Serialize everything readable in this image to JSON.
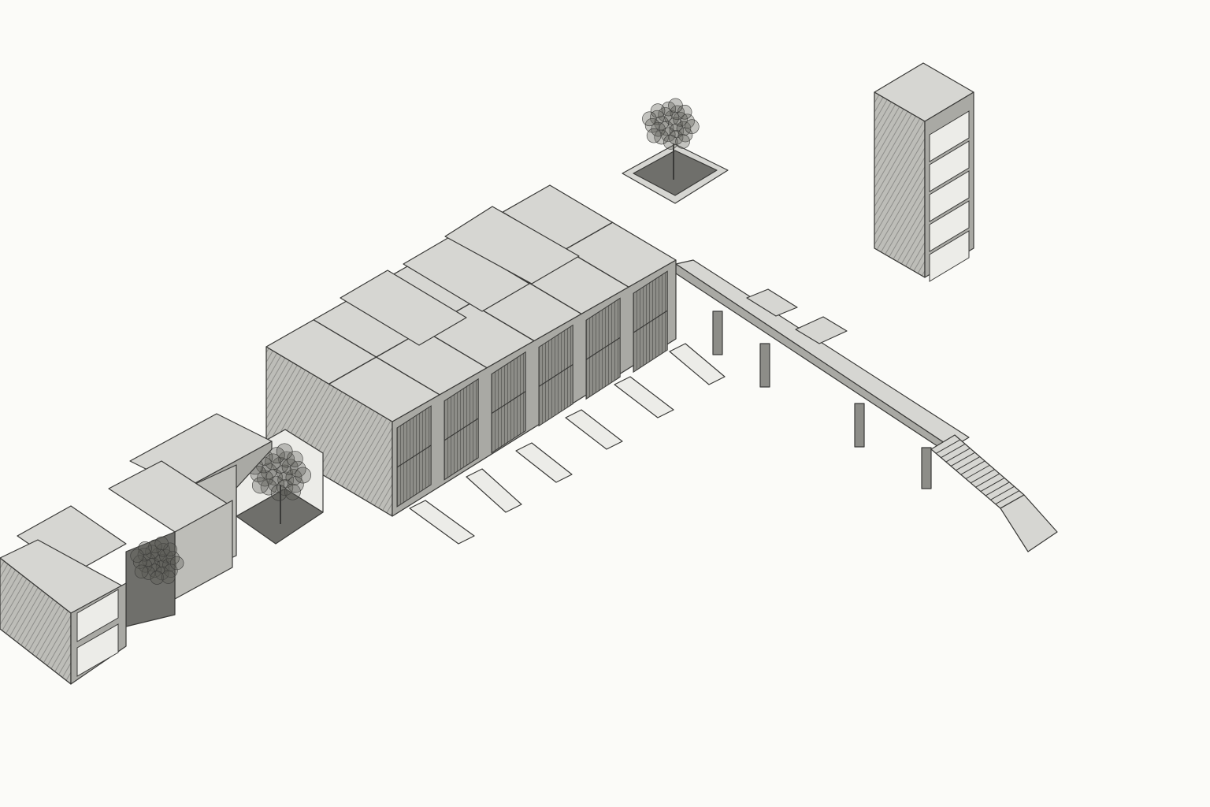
{
  "drawing": {
    "style": "isometric axonometric line drawing",
    "colors": {
      "paper": "#fbfbf8",
      "line": "#3a3a38",
      "top_face": "#d6d6d2",
      "left_face": "#bdbdb8",
      "right_face": "#a9a9a4",
      "dark_face": "#8d8d88",
      "ground": "#6f6f6b",
      "slab": "#ecece8",
      "foliage": "#5b5b57"
    },
    "components": [
      "terraced-modules",
      "main-block",
      "elevated-walkway",
      "staircase",
      "tree-planter",
      "tower-module"
    ]
  }
}
